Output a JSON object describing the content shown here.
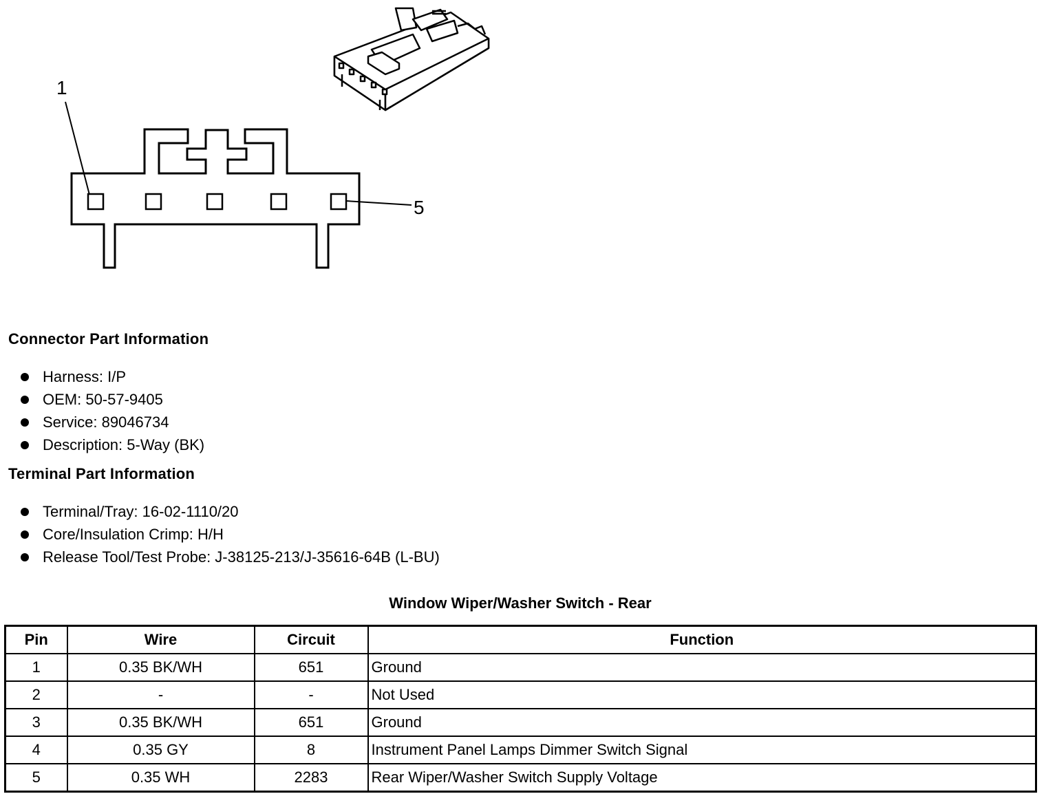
{
  "diagram": {
    "callout_pin_first": "1",
    "callout_pin_last": "5"
  },
  "connector_info": {
    "heading": "Connector Part Information",
    "items": [
      "Harness: I/P",
      "OEM: 50-57-9405",
      "Service: 89046734",
      "Description: 5-Way (BK)"
    ]
  },
  "terminal_info": {
    "heading": "Terminal Part Information",
    "items": [
      "Terminal/Tray: 16-02-1110/20",
      "Core/Insulation Crimp: H/H",
      "Release Tool/Test Probe: J-38125-213/J-35616-64B (L-BU)"
    ]
  },
  "table": {
    "title": "Window Wiper/Washer Switch - Rear",
    "headers": [
      "Pin",
      "Wire",
      "Circuit",
      "Function"
    ],
    "rows": [
      [
        "1",
        "0.35 BK/WH",
        "651",
        "Ground"
      ],
      [
        "2",
        "-",
        "-",
        "Not Used"
      ],
      [
        "3",
        "0.35 BK/WH",
        "651",
        "Ground"
      ],
      [
        "4",
        "0.35 GY",
        "8",
        "Instrument Panel Lamps Dimmer Switch Signal"
      ],
      [
        "5",
        "0.35 WH",
        "2283",
        "Rear Wiper/Washer Switch Supply Voltage"
      ]
    ]
  }
}
